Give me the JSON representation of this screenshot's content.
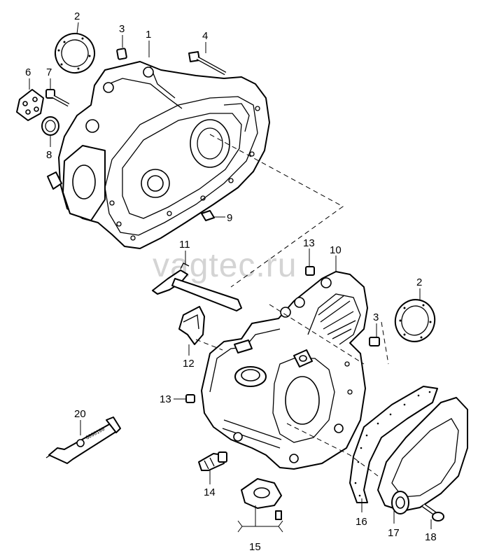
{
  "watermark": "vagtec.ru",
  "tube_label": "G000100",
  "callouts": [
    "1",
    "2",
    "3",
    "4",
    "6",
    "7",
    "8",
    "9",
    "11",
    "13",
    "10",
    "2",
    "3",
    "12",
    "13",
    "20",
    "14",
    "15",
    "16",
    "17",
    "18"
  ]
}
